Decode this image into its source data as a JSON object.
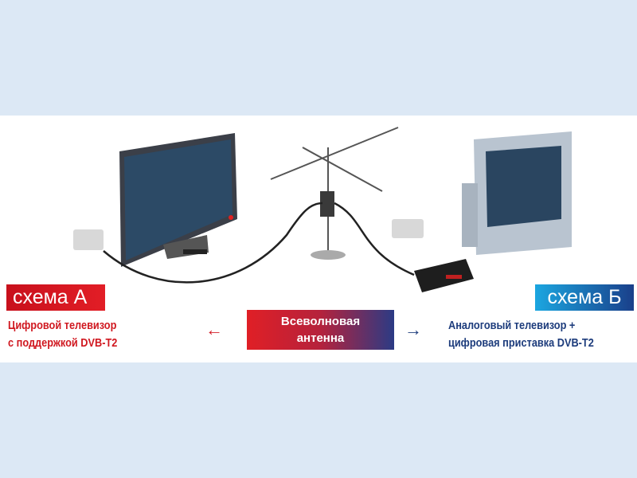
{
  "scheme_a": {
    "label": "схема А",
    "description_line1": "Цифровой телевизор",
    "description_line2": "с поддержкой DVB-T2"
  },
  "scheme_b": {
    "label": "схема Б",
    "description_line1": "Аналоговый телевизор +",
    "description_line2": "цифровая приставка  DVB-T2"
  },
  "antenna": {
    "line1": "Всеволновая",
    "line2": "антенна"
  },
  "colors": {
    "red": "#d01820",
    "blue": "#1d3c7c",
    "background": "#dce8f5"
  }
}
